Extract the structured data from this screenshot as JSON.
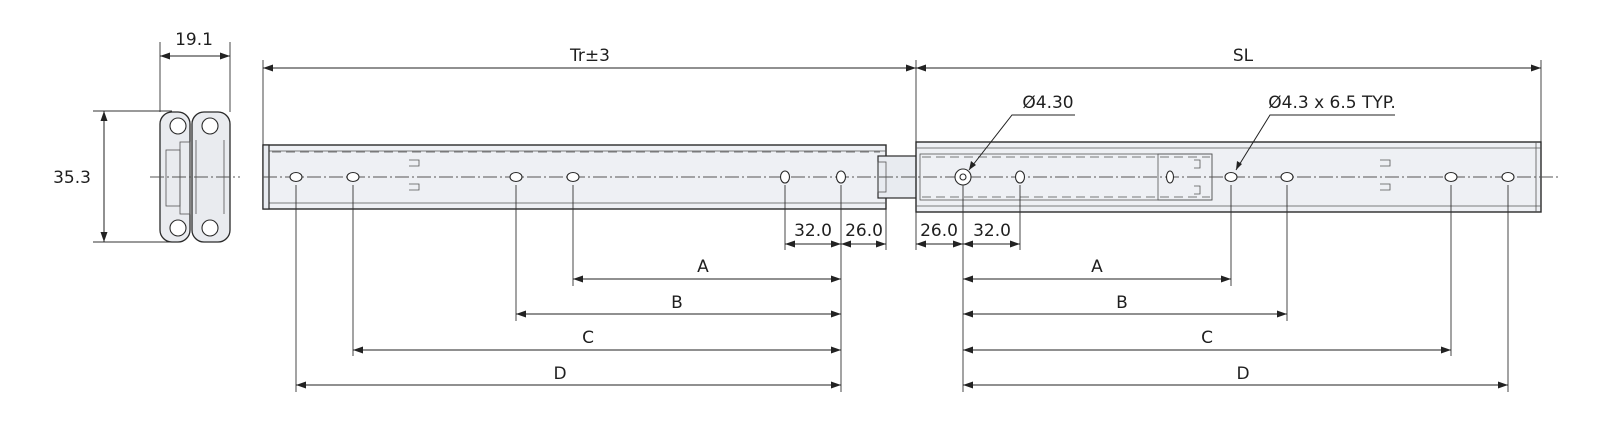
{
  "cross_section": {
    "width_label": "19.1",
    "height_label": "35.3"
  },
  "rail": {
    "travel_label": "Tr±3",
    "slide_length_label": "SL",
    "hole_callout": "Ø4.30",
    "slot_callout": "Ø4.3 x 6.5 TYP."
  },
  "spacing": {
    "left_32": "32.0",
    "left_26": "26.0",
    "right_26": "26.0",
    "right_32": "32.0"
  },
  "left_dims": {
    "a": "A",
    "b": "B",
    "c": "C",
    "d": "D"
  },
  "right_dims": {
    "a": "A",
    "b": "B",
    "c": "C",
    "d": "D"
  }
}
